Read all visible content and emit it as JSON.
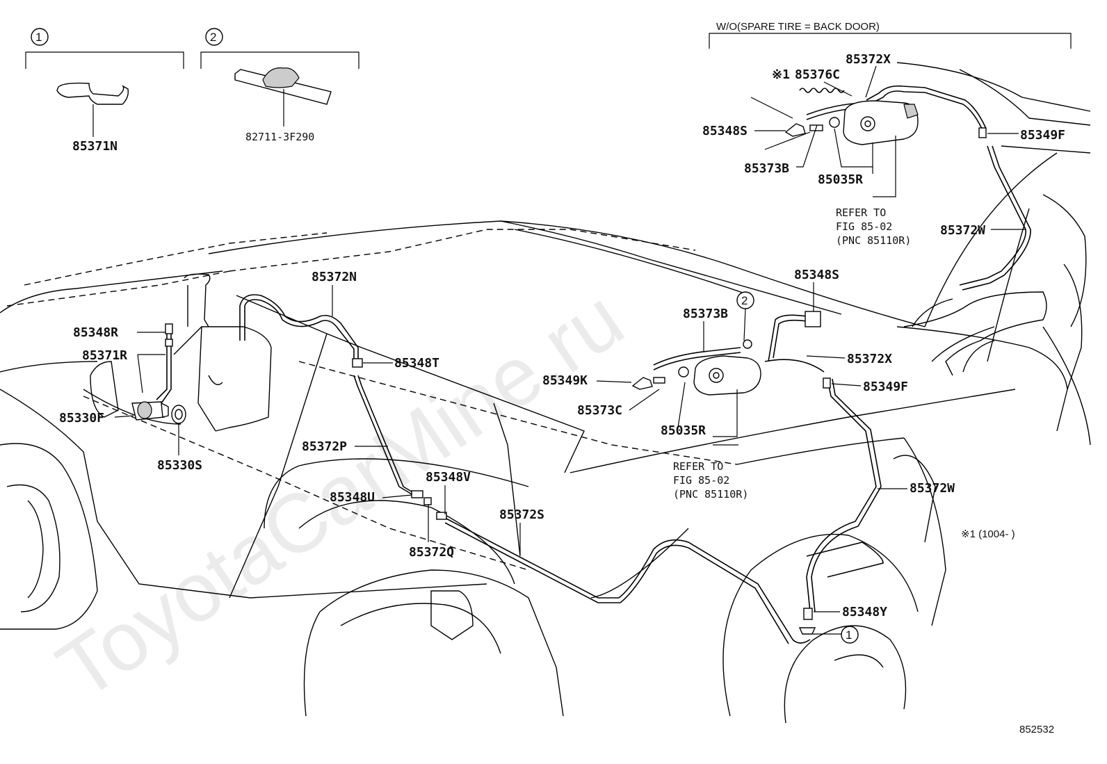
{
  "header": {
    "variant_label": "W/O(SPARE TIRE = BACK DOOR)"
  },
  "insets": [
    {
      "circle": "1",
      "part": "85371N"
    },
    {
      "circle": "2",
      "part": "82711-3F290"
    }
  ],
  "parts": {
    "p85372X_top": "85372X",
    "p85376C": "85376C",
    "p85376C_mark": "※1",
    "p85348S_top": "85348S",
    "p85349F_top": "85349F",
    "p85373B_top": "85373B",
    "p85035R_top": "85035R",
    "p85372W_top": "85372W",
    "p85372N": "85372N",
    "p85348S_mid": "85348S",
    "p85348R": "85348R",
    "p85371R": "85371R",
    "p85348T": "85348T",
    "p85373B_mid": "85373B",
    "p85372X_mid": "85372X",
    "p85349K": "85349K",
    "p85349F_mid": "85349F",
    "p85330F": "85330F",
    "p85373C": "85373C",
    "p85035R_mid": "85035R",
    "p85372P": "85372P",
    "p85330S": "85330S",
    "p85348V": "85348V",
    "p85348U": "85348U",
    "p85372W_mid": "85372W",
    "p85372S": "85372S",
    "p85372Q": "85372Q",
    "p85348Y": "85348Y"
  },
  "refer_blocks": [
    {
      "line1": "REFER TO",
      "line2": "FIG 85-02",
      "line3": "(PNC 85110R)"
    },
    {
      "line1": "REFER TO",
      "line2": "FIG 85-02",
      "line3": "(PNC 85110R)"
    }
  ],
  "callouts": {
    "circle_2_mid": "2",
    "circle_1_low": "1"
  },
  "note": "※1 (1004-     )",
  "figure_number": "852532",
  "watermark": "ToyotaCarMine.ru",
  "icons": {
    "washer_pump": "washer-pump-icon",
    "check_valve": "check-valve-icon",
    "nozzle": "washer-nozzle-icon",
    "hose_clamp": "hose-clamp-icon",
    "hose_holder": "hose-holder-icon"
  }
}
